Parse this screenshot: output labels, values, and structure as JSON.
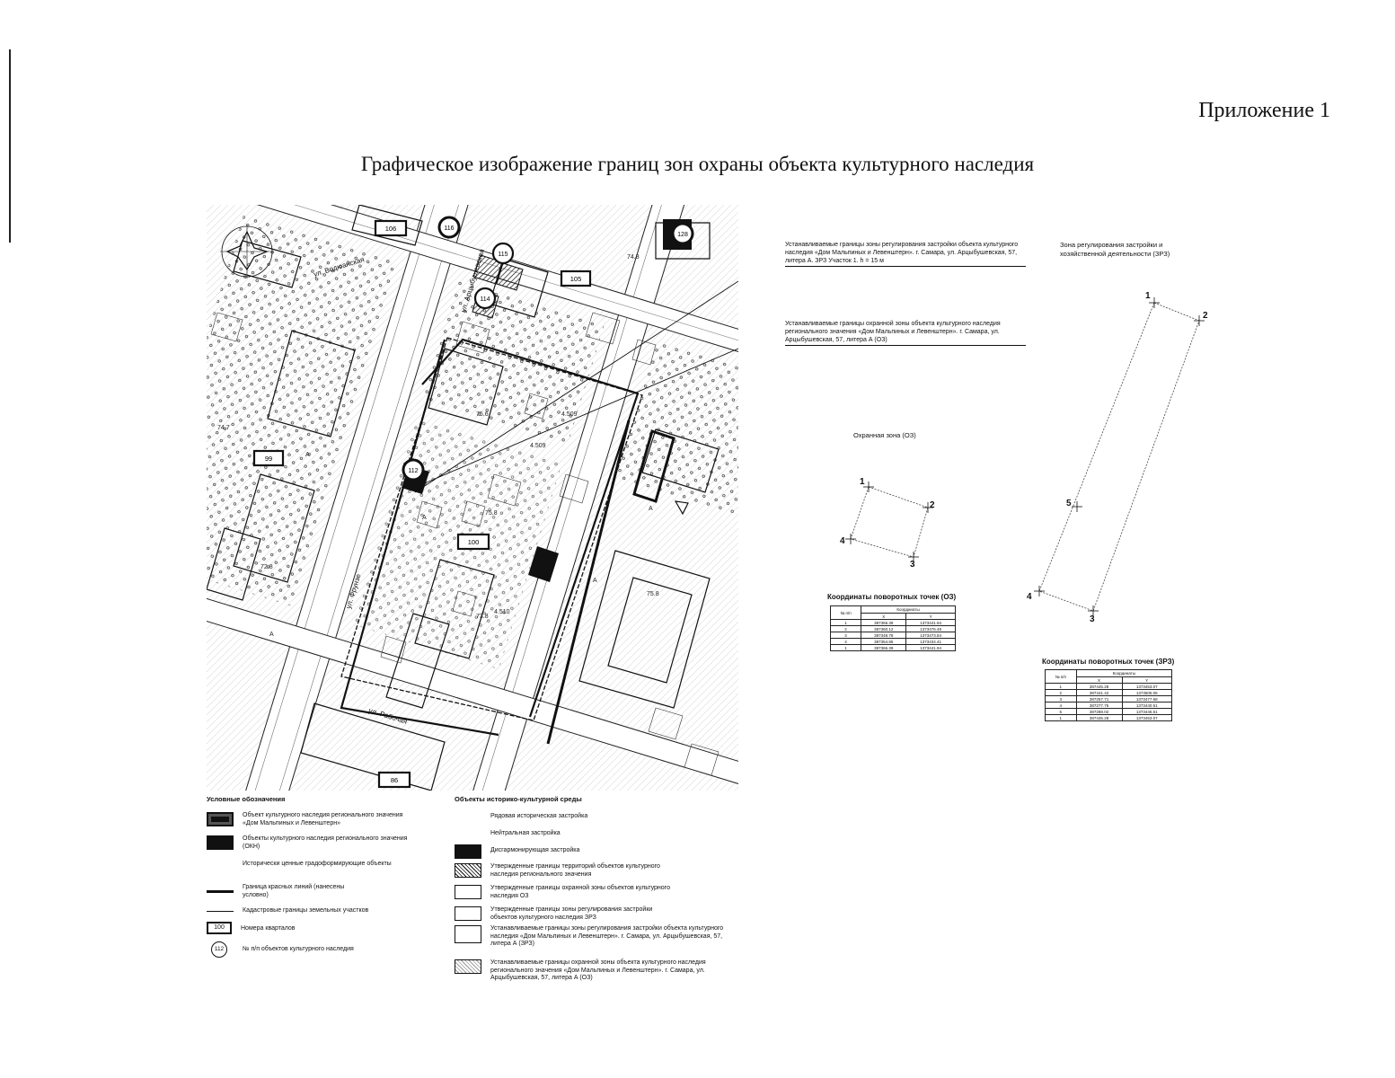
{
  "header": {
    "appendix": "Приложение 1",
    "title": "Графическое изображение границ зон охраны объекта культурного наследия"
  },
  "map": {
    "quarters": [
      "106",
      "105",
      "99",
      "100",
      "86"
    ],
    "heritage_objects": [
      "116",
      "115",
      "114",
      "112",
      "128"
    ],
    "street_labels": [
      "ул. Водюанская",
      "ул. Арцыбушевская",
      "ул. Рабочая",
      "ул. Фрунзе"
    ]
  },
  "callouts": [
    {
      "text": "Устанавливаемые границы зоны регулирования застройки объекта культурного наследия «Дом Мальпиных и Левенштерн». г. Самара, ул. Арцыбушевская, 57, литера А. ЗРЗ Участок 1. h = 15 м"
    },
    {
      "text": "Устанавливаемые границы охранной зоны объекта культурного наследия регионального значения «Дом Мальпиных и Левенштерн». г. Самара, ул. Арцыбушевская, 57, литера А (ОЗ)"
    }
  ],
  "diagram_oz": {
    "title": "Охранная зона (ОЗ)",
    "points": [
      "1",
      "2",
      "3",
      "4"
    ],
    "coords_title": "Координаты поворотных точек (ОЗ)",
    "table_headers": [
      "№ п/п",
      "Координаты",
      "X",
      "Y"
    ],
    "rows": [
      [
        "1",
        "387366.39",
        "1373441.94"
      ],
      [
        "2",
        "387360.12",
        "1373476.49"
      ],
      [
        "3",
        "387348.78",
        "1373473.84"
      ],
      [
        "4",
        "387354.86",
        "1373434.41"
      ],
      [
        "1",
        "387366.39",
        "1373441.94"
      ]
    ]
  },
  "diagram_zrz": {
    "title": "Зона регулирования застройки и хозяйственной деятельности (ЗРЗ)",
    "points": [
      "1",
      "2",
      "3",
      "4",
      "5"
    ],
    "coords_title": "Координаты поворотных точек (ЗРЗ)",
    "table_headers": [
      "№ п/п",
      "Координаты",
      "X",
      "Y"
    ],
    "rows": [
      [
        "1",
        "387445.28",
        "1373453.07"
      ],
      [
        "2",
        "387441.42",
        "1373505.06"
      ],
      [
        "3",
        "387257.71",
        "1373477.68"
      ],
      [
        "4",
        "387277.75",
        "1373440.51"
      ],
      [
        "5",
        "387288.02",
        "1373446.61"
      ],
      [
        "1",
        "387445.28",
        "1373453.07"
      ]
    ]
  },
  "legend": {
    "title_left": "Условные обозначения",
    "title_right": "Объекты историко-культурной среды",
    "left": [
      {
        "label": "Объект культурного наследия регионального значения «Дом Мальпиных и Левенштерн»"
      },
      {
        "label": "Объекты культурного наследия регионального значения (ОКН)"
      },
      {
        "label": "Исторически ценные градоформирующие объекты"
      },
      {
        "label": "Граница красных линий (нанесены условно)"
      },
      {
        "label": "Кадастровые границы земельных участков"
      },
      {
        "label": "Номера кварталов",
        "sample": "100"
      },
      {
        "label": "№ п/п объектов культурного наследия",
        "sample": "112"
      }
    ],
    "right": [
      {
        "label": "Рядовая историческая застройка"
      },
      {
        "label": "Нейтральная застройка"
      },
      {
        "label": "Дисгармонирующая застройка"
      },
      {
        "label": "Утвержденные границы территорий объектов культурного наследия регионального значения"
      },
      {
        "label": "Утвержденные границы охранной зоны объектов культурного наследия ОЗ"
      },
      {
        "label": "Утвержденные границы зоны регулирования застройки объектов культурного наследия ЗРЗ"
      },
      {
        "label": "Устанавливаемые границы зоны регулирования застройки объекта культурного наследия «Дом Мальпиных и Левенштерн». г. Самара, ул. Арцыбушевская, 57, литера А (ЗРЗ)"
      },
      {
        "label": "Устанавливаемые границы охранной зоны объекта культурного наследия регионального значения «Дом Мальпиных и Левенштерн». г. Самара, ул. Арцыбушевская, 57, литера А (ОЗ)"
      }
    ]
  }
}
